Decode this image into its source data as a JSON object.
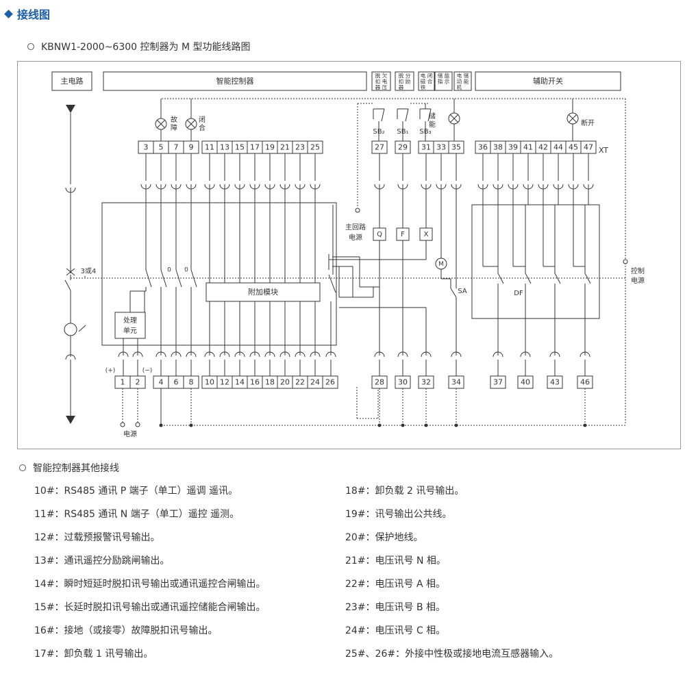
{
  "section": {
    "title": "接线图"
  },
  "subtitle_1": "KBNW1-2000~6300 控制器为 M 型功能线路图",
  "subtitle_2": "智能控制器其他接线",
  "diagram": {
    "headers": {
      "main_circuit": "主电路",
      "intelligent_controller": "智能控制器",
      "aux_switch": "辅助开关",
      "small_boxes": [
        [
          "脱",
          "欠",
          "扣",
          "电",
          "器",
          "压"
        ],
        [
          "脱",
          "分",
          "扣",
          "励",
          "器",
          ""
        ],
        [
          "电",
          "闭",
          "磁",
          "合",
          "铁",
          ""
        ],
        [
          "储",
          "能",
          "指",
          "示",
          "",
          " "
        ],
        [
          "电",
          "储",
          "动",
          "能",
          "机",
          ""
        ]
      ]
    },
    "lamps": {
      "fault": [
        "故",
        "障"
      ],
      "close": [
        "闭",
        "合"
      ],
      "store": [
        "储",
        "能"
      ],
      "open": "断开"
    },
    "sb": [
      "SB₂",
      "SB₁",
      "SB₃"
    ],
    "top_terminals_left": [
      "3",
      "5",
      "7",
      "9"
    ],
    "top_terminals_mid": [
      "11",
      "13",
      "15",
      "17",
      "19",
      "21",
      "23",
      "25"
    ],
    "top_terminals_ctrl": [
      "27",
      "29",
      "31",
      "33",
      "35"
    ],
    "top_terminals_aux": [
      "36",
      "38",
      "39",
      "41",
      "42",
      "44",
      "45",
      "47"
    ],
    "xt": "XT",
    "bottom_terminals_power": [
      "1",
      "2"
    ],
    "bottom_terminals_left": [
      "4",
      "6",
      "8"
    ],
    "bottom_terminals_mid": [
      "10",
      "12",
      "14",
      "16",
      "18",
      "20",
      "22",
      "24",
      "26"
    ],
    "bottom_terminals_ctrl": [
      "28",
      "30",
      "32",
      "34"
    ],
    "bottom_terminals_aux": [
      "37",
      "40",
      "43",
      "46"
    ],
    "labels": {
      "plus": "(+)",
      "minus": "(−)",
      "power": "电源",
      "main_loop_power": [
        "主回路",
        "电源"
      ],
      "control_power": [
        "控制",
        "电源"
      ],
      "q": "Q",
      "f": "F",
      "x": "X",
      "m": "M",
      "sa": "SA",
      "df": "DF",
      "three_or_four": "3或4",
      "zero": "0",
      "processing_unit": [
        "处理",
        "单元"
      ],
      "addon_module": "附加模块"
    }
  },
  "notes_left": [
    "10#：RS485 通讯 P 端子（单工）遥调 遥讯。",
    "11#：RS485 通讯 N 端子（单工）遥控 遥测。",
    "12#：过载预报警讯号输出。",
    "13#：通讯遥控分励跳闸输出。",
    "14#：瞬时短延时脱扣讯号输出或通讯遥控合闸输出。",
    "15#：长延时脱扣讯号输出或通讯遥控储能合闸输出。",
    "16#：接地（或接零）故障脱扣讯号输出。",
    "17#：卸负载 1 讯号输出。"
  ],
  "notes_right": [
    "18#：卸负载 2 讯号输出。",
    "19#：讯号输出公共线。",
    "20#：保护地线。",
    "21#：电压讯号 N 相。",
    "22#：电压讯号 A 相。",
    "23#：电压讯号 B 相。",
    "24#：电压讯号 C 相。",
    "25#、26#：外接中性极或接地电流互感器输入。"
  ],
  "colors": {
    "accent": "#1a5fa8",
    "line": "#333333",
    "frame": "#999999"
  }
}
